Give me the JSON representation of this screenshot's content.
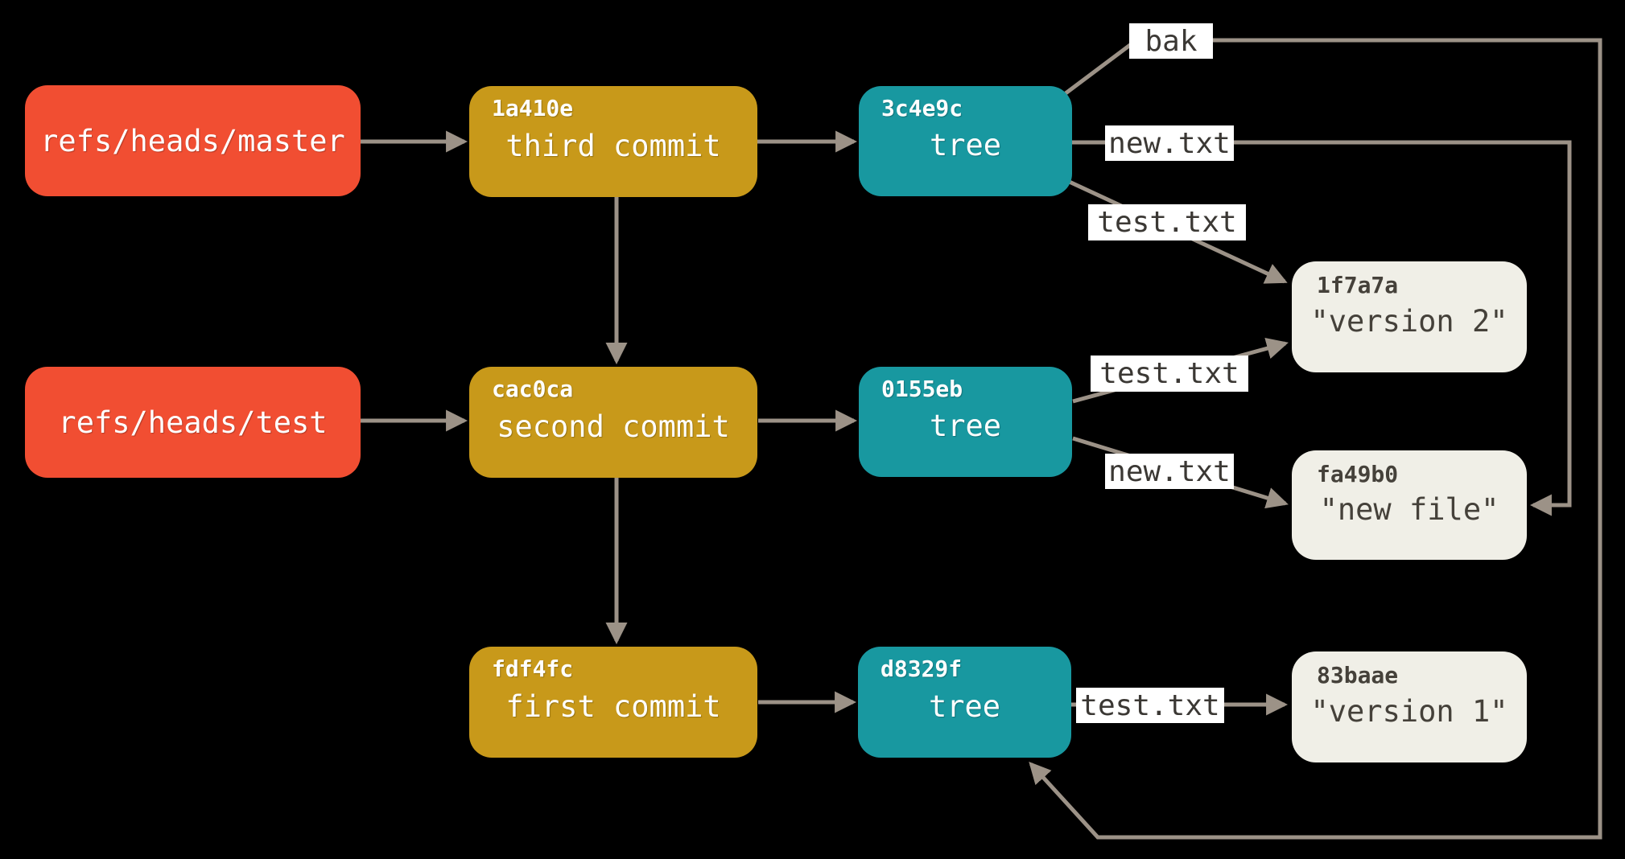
{
  "diagram": {
    "background": "#000000",
    "colors": {
      "ref_box": "#f14e32",
      "commit_box": "#c8991a",
      "tree_box": "#1898a0",
      "blob_box": "#f0efe7",
      "box_text": "#ffffff",
      "blob_text": "#45413a",
      "connector": "#9c9287",
      "edge_label_bg": "#ffffff",
      "edge_label_text": "#3b3834"
    },
    "refs": [
      {
        "id": "ref-master",
        "label": "refs/heads/master"
      },
      {
        "id": "ref-test",
        "label": "refs/heads/test"
      }
    ],
    "commits": [
      {
        "id": "commit-third",
        "hash": "1a410e",
        "label": "third commit"
      },
      {
        "id": "commit-second",
        "hash": "cac0ca",
        "label": "second commit"
      },
      {
        "id": "commit-first",
        "hash": "fdf4fc",
        "label": "first commit"
      }
    ],
    "trees": [
      {
        "id": "tree-3c4e9c",
        "hash": "3c4e9c",
        "label": "tree"
      },
      {
        "id": "tree-0155eb",
        "hash": "0155eb",
        "label": "tree"
      },
      {
        "id": "tree-d8329f",
        "hash": "d8329f",
        "label": "tree"
      }
    ],
    "blobs": [
      {
        "id": "blob-1f7a7a",
        "hash": "1f7a7a",
        "label": "\"version 2\""
      },
      {
        "id": "blob-fa49b0",
        "hash": "fa49b0",
        "label": "\"new file\""
      },
      {
        "id": "blob-83baae",
        "hash": "83baae",
        "label": "\"version 1\""
      }
    ],
    "edge_labels": [
      {
        "id": "label-bak",
        "text": "bak"
      },
      {
        "id": "label-new-top",
        "text": "new.txt"
      },
      {
        "id": "label-test-top",
        "text": "test.txt"
      },
      {
        "id": "label-test-mid",
        "text": "test.txt"
      },
      {
        "id": "label-new-mid",
        "text": "new.txt"
      },
      {
        "id": "label-test-bottom",
        "text": "test.txt"
      }
    ]
  }
}
